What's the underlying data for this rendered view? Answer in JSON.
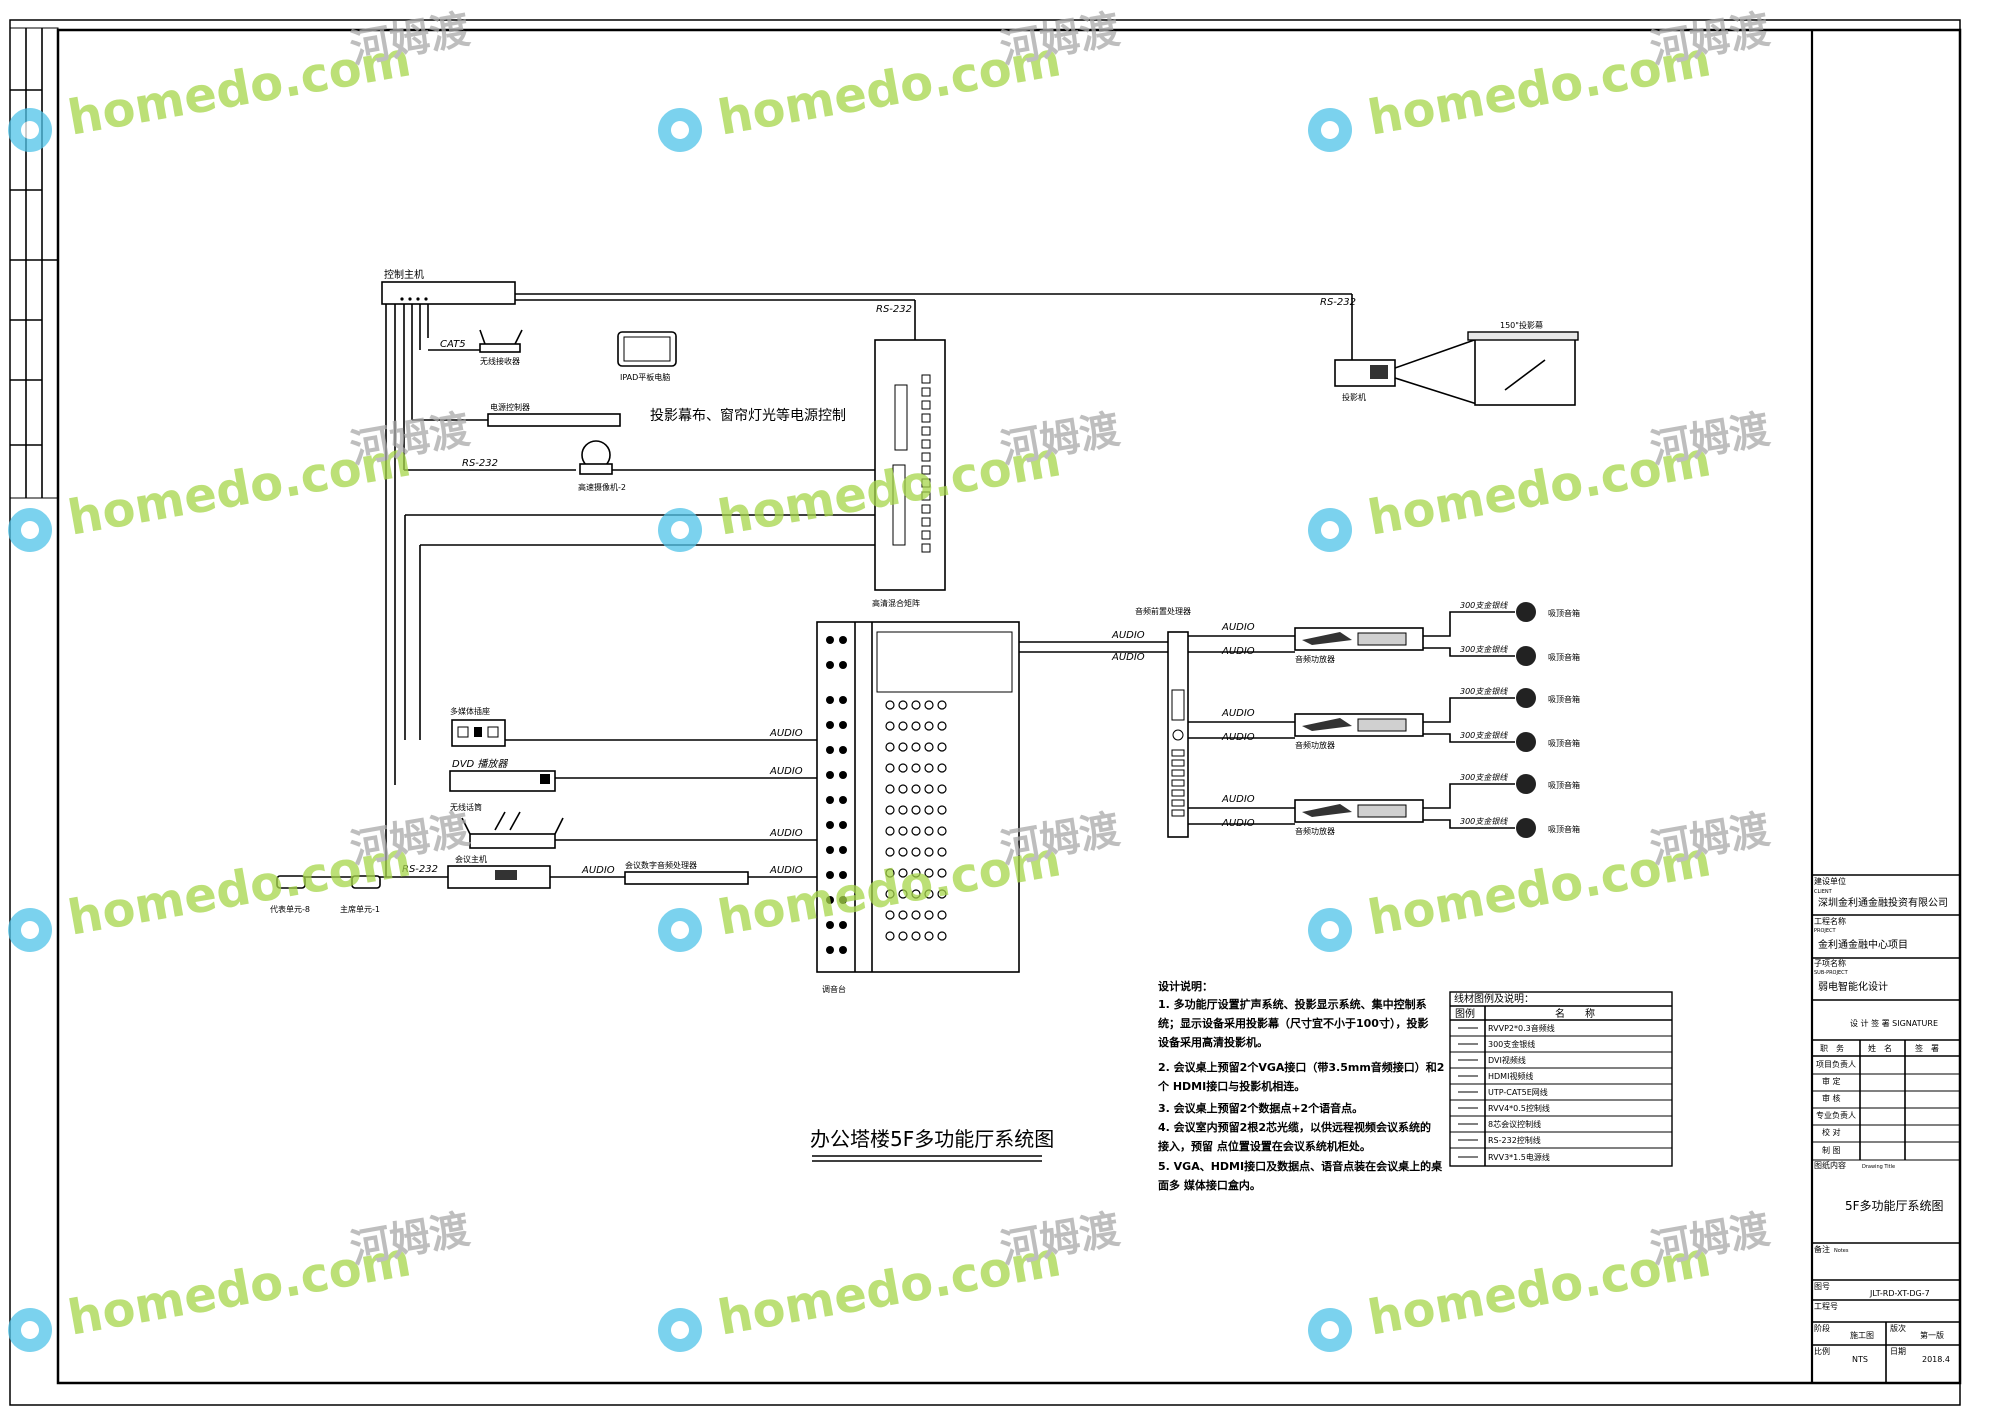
{
  "drawing": {
    "title": "办公塔楼5F多功能厅系统图",
    "devices": {
      "control_host": "控制主机",
      "wireless_receiver": "无线接收器",
      "ipad": "IPAD平板电脑",
      "power_controller": "电源控制器",
      "power_note": "投影幕布、窗帘灯光等电源控制",
      "hd_camera": "高速摄像机-2",
      "matrix": "高清混合矩阵",
      "projector": "投影机",
      "screen": "150\"投影幕",
      "multimedia_box": "多媒体插座",
      "dvd": "DVD 播放器",
      "wireless_mic": "无线话筒",
      "conference_host": "会议主机",
      "conference_processor": "会议数字音频处理器",
      "delegate_unit": "代表单元-8",
      "chairman_unit": "主席单元-1",
      "mixer": "调音台",
      "audio_processor": "音频前置处理器",
      "amplifier": "音频功放器",
      "speaker": "吸顶音箱",
      "cable_300": "300支金银线"
    },
    "signals": {
      "cat5": "CAT5",
      "rs232": "RS-232",
      "audio": "AUDIO"
    },
    "notes": {
      "heading": "设计说明：",
      "lines": [
        "1. 多功能厅设置扩声系统、投影显示系统、集中控制系",
        "统；显示设备采用投影幕（尺寸宜不小于100寸），投影",
        "设备采用高清投影机。",
        "2. 会议桌上预留2个VGA接口（带3.5mm音频接口）和2",
        "个 HDMI接口与投影机相连。",
        "3. 会议桌上预留2个数据点+2个语音点。",
        "4. 会议室内预留2根2芯光缆，以供远程视频会议系统的",
        "接入，预留 点位置设置在会议系统机柜处。",
        "5. VGA、HDMI接口及数据点、语音点装在会议桌上的桌",
        "面多 媒体接口盒内。"
      ]
    },
    "legend": {
      "title": "线材图例及说明：",
      "col_symbol": "图例",
      "col_name": "名　　称",
      "rows": [
        "RVVP2*0.3音频线",
        "300支金银线",
        "DVI视频线",
        "HDMI视频线",
        "UTP-CAT5E网线",
        "RVV4*0.5控制线",
        "8芯会议控制线",
        "RS-232控制线",
        "RVV3*1.5电源线"
      ]
    },
    "title_block": {
      "client_label": "建设单位",
      "client_en": "CLIENT",
      "client": "深圳金利通金融投资有限公司",
      "project_label": "工程名称",
      "project_en": "PROJECT",
      "project": "金利通金融中心项目",
      "subproject_label": "子项名称",
      "subproject_en": "SUB-PROJECT",
      "subproject": "弱电智能化设计",
      "signature": "设 计 签 署 SIGNATURE",
      "duty": "职　务",
      "name": "姓　名",
      "sign": "签　署",
      "roles": [
        "项目负责人",
        "审 定",
        "审 核",
        "专业负责人",
        "校 对",
        "制 图"
      ],
      "content_label": "图纸内容",
      "content_en": "Drawing Title",
      "content": "5F多功能厅系统图",
      "remark_label": "备注",
      "remark_en": "Notes",
      "drawing_no_label": "图号",
      "drawing_no": "JLT-RD-XT-DG-7",
      "job_no_label": "工程号",
      "stage_label": "阶段",
      "stage": "施工图",
      "edition_label": "版次",
      "edition": "第一版",
      "scale_label": "比例",
      "scale": "NTS",
      "date_label": "日期",
      "date": "2018.4"
    },
    "watermark": {
      "brand": "homedo.com",
      "cn": "河姆渡"
    }
  }
}
